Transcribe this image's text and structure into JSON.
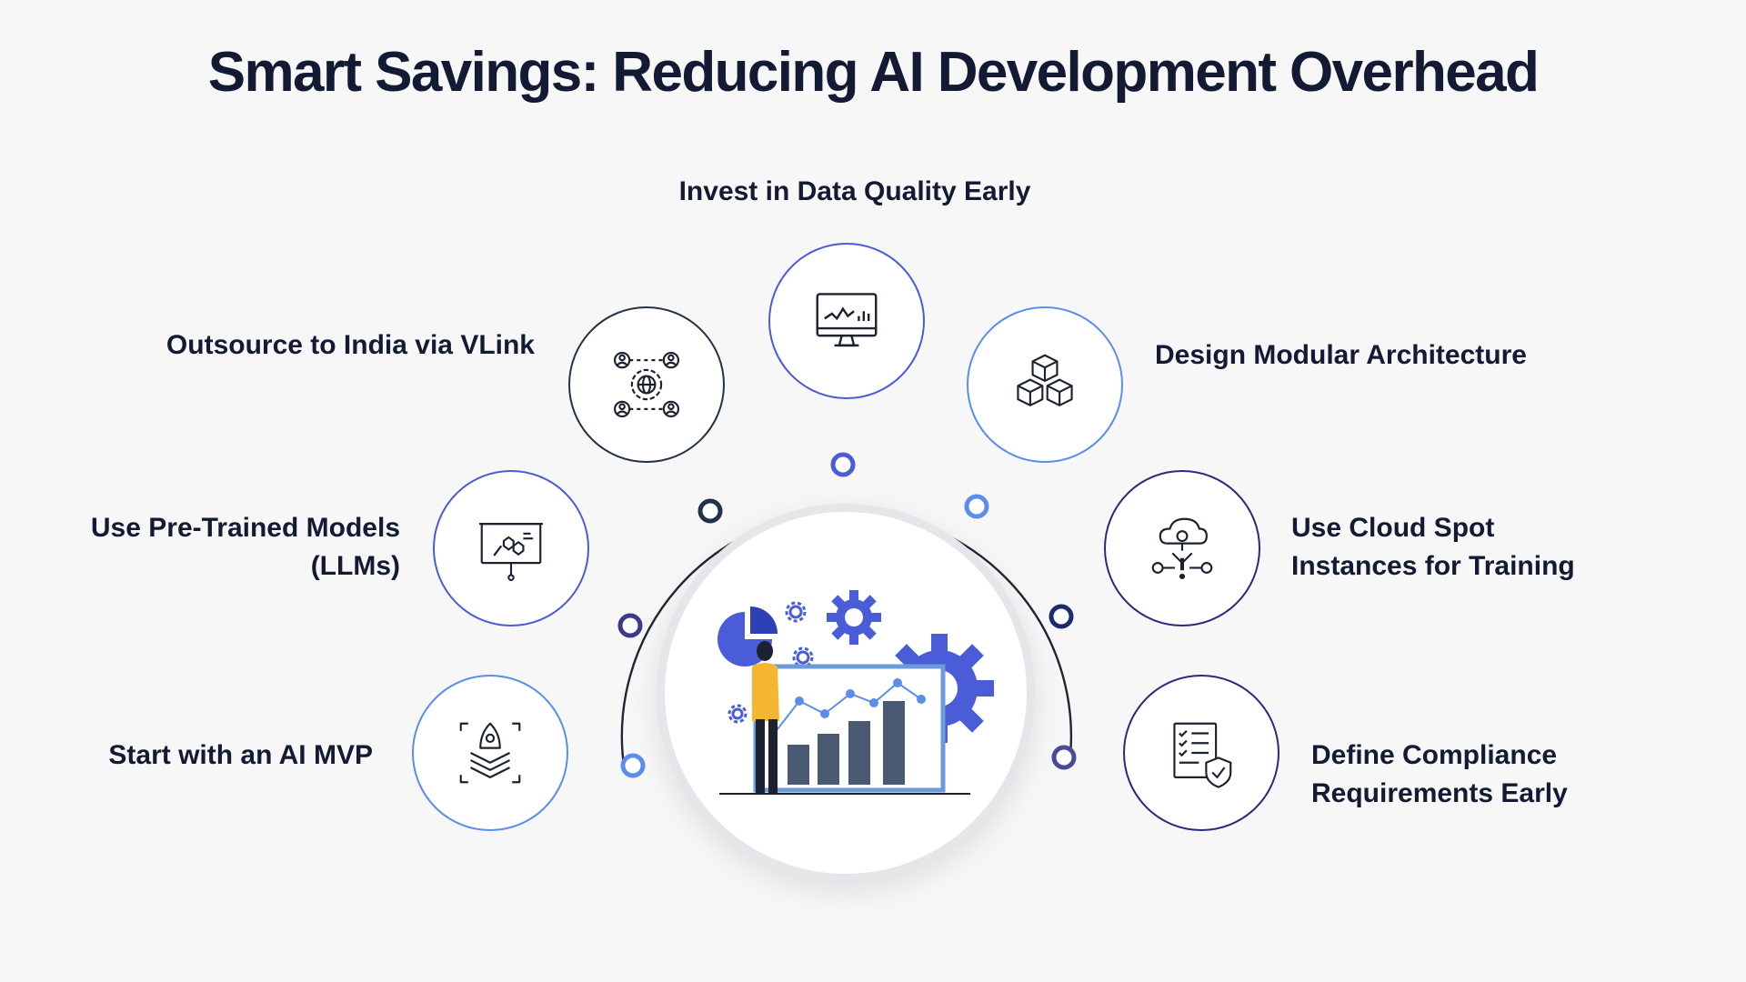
{
  "title": "Smart Savings: Reducing AI Development Overhead",
  "colors": {
    "background": "#f7f7f8",
    "title": "#131a33",
    "accent_blue": "#4a5cd8",
    "light_blue": "#5b8ee8",
    "dark_teal": "#223347",
    "navy": "#2a2a7a",
    "chart_bar": "#4a5a72",
    "person_shirt": "#f5b731"
  },
  "strategies": [
    {
      "id": "data-quality",
      "label": "Invest in Data Quality Early",
      "icon": "monitor-analytics-icon"
    },
    {
      "id": "outsource",
      "label": "Outsource to India via VLink",
      "icon": "global-team-gear-icon"
    },
    {
      "id": "modular",
      "label": "Design Modular Architecture",
      "icon": "modular-cubes-icon"
    },
    {
      "id": "pretrained",
      "label_lines": [
        "Use Pre-Trained Models",
        "(LLMs)"
      ],
      "icon": "presentation-model-icon"
    },
    {
      "id": "cloud-spot",
      "label_lines": [
        "Use Cloud Spot",
        "Instances for Training"
      ],
      "icon": "cloud-network-icon"
    },
    {
      "id": "mvp",
      "label": "Start with an AI MVP",
      "icon": "rocket-layers-icon"
    },
    {
      "id": "compliance",
      "label_lines": [
        "Define Compliance",
        "Requirements Early"
      ],
      "icon": "checklist-shield-icon"
    }
  ],
  "hero": {
    "icon": "person-analytics-growth-icon"
  }
}
